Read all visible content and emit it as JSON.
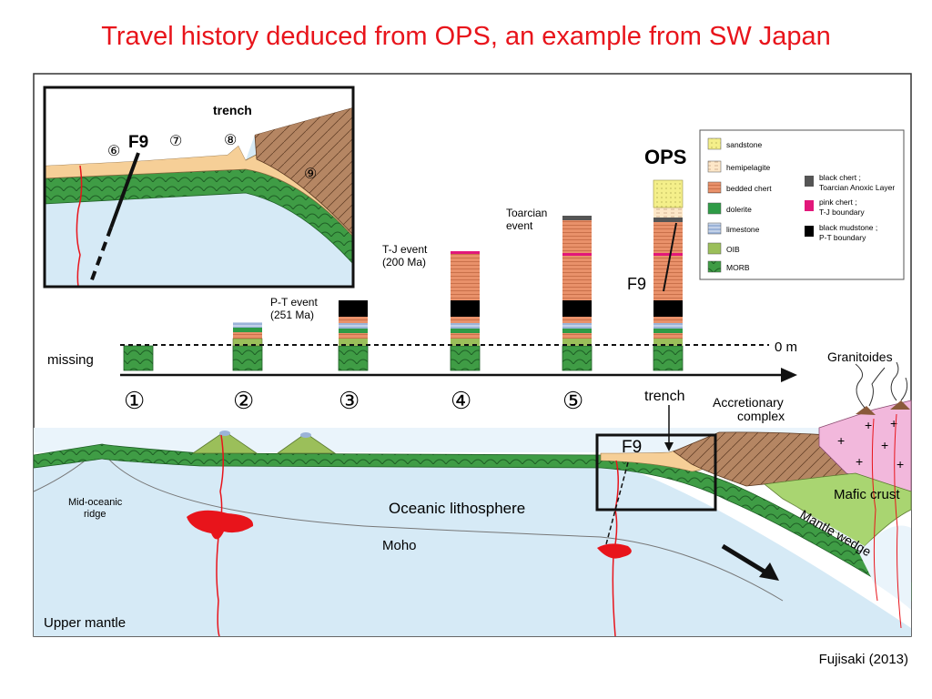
{
  "slide": {
    "title": "Travel history deduced from OPS, an example from SW Japan",
    "credit": "Fujisaki  (2013)"
  },
  "inset": {
    "trench": "trench",
    "f9": "F9",
    "stages": [
      "⑥",
      "⑦",
      "⑧",
      "⑨"
    ]
  },
  "columns": {
    "missing": "missing",
    "zero": "0 m",
    "ops": "OPS",
    "f9": "F9",
    "numbers": [
      "①",
      "②",
      "③",
      "④",
      "⑤"
    ],
    "events": {
      "pt_line1": "P-T event",
      "pt_line2": "(251 Ma)",
      "tj_line1": "T-J event",
      "tj_line2": "(200 Ma)",
      "toarcian_line1": "Toarcian",
      "toarcian_line2": "event"
    }
  },
  "legend": [
    {
      "label": "sandstone",
      "color": "#f4ef8a"
    },
    {
      "label": "hemipelagite",
      "color": "#fde7c8"
    },
    {
      "label": "bedded chert",
      "color": "#e9916a"
    },
    {
      "label": "dolerite",
      "color": "#2e9b46"
    },
    {
      "label": "limestone",
      "color": "#9bb3d8"
    },
    {
      "label": "OIB",
      "color": "#9bbf5a"
    },
    {
      "label": "MORB",
      "color": "#3f9c45"
    }
  ],
  "legend_right": [
    {
      "line1": "black chert ;",
      "line2": "Toarcian Anoxic Layer",
      "color": "#555555"
    },
    {
      "line1": "pink chert ;",
      "line2": "T-J boundary",
      "color": "#e2177a"
    },
    {
      "line1": "black mudstone ;",
      "line2": "P-T boundary",
      "color": "#000000"
    }
  ],
  "section": {
    "granitoides": "Granitoides",
    "trench": "trench",
    "accretionary_1": "Accretionary",
    "accretionary_2": "complex",
    "f9": "F9",
    "mid_ocean_1": "Mid-oceanic",
    "mid_ocean_2": "ridge",
    "oceanic_lithosphere": "Oceanic lithosphere",
    "moho": "Moho",
    "mafic_crust": "Mafic crust",
    "mantle_wedge": "Mantle wedge",
    "upper_mantle": "Upper mantle"
  },
  "colors": {
    "title": "#e8141b",
    "ocean": "#d6eaf6",
    "sediment": "#f6cf97",
    "accretion": "#b58663",
    "morb": "#3f9c45",
    "magma": "#e8141b",
    "granite": "#f2b8dc",
    "mafic": "#a9d571"
  }
}
